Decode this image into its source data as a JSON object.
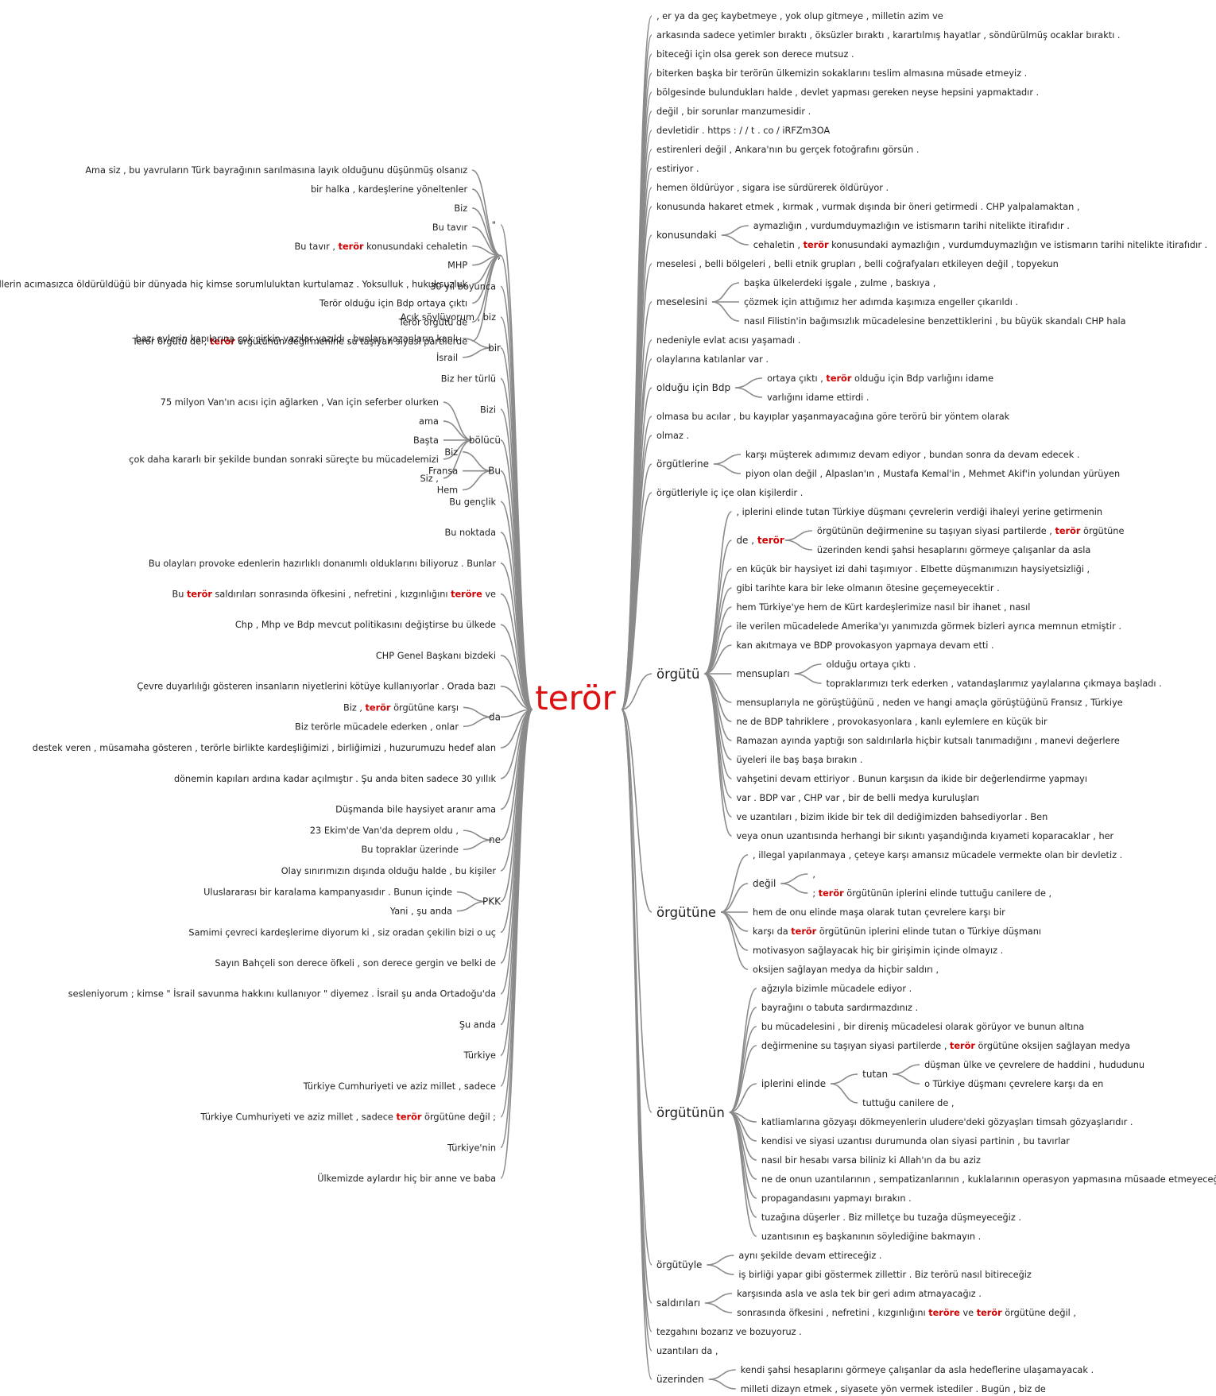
{
  "root": "terör",
  "colors": {
    "root": "#dd1111",
    "highlight": "#d00000",
    "text": "#222222",
    "branch": "#8a8a8a"
  },
  "left": [
    "\"",
    {
      "label": ",",
      "children": [
        "Ama siz , bu yavruların Türk bayrağının sarılmasına layık olduğunu düşünmüş olsanız",
        "bir halka , kardeşlerine yöneltenler",
        "Biz",
        "Bu tavır",
        "Bu tavır , [terör] konusundaki cehaletin",
        "MHP",
        "sivillerin acımasızca öldürüldüğü bir dünyada hiç kimse sorumluluktan kurtulamaz . Yoksulluk , hukuksuzluk",
        "Terör olduğu için Bdp ortaya çıktı",
        "Terör örgütü de",
        "Terör örgütü de , [terör] örgütünün değirmenine su taşıyan siyasi partilerde"
      ]
    },
    "30 yıl boyunca",
    "Açık söylüyorum , biz",
    {
      "label": "bir",
      "children": [
        "bazı evlerin kapılarına çok çirkin yazılar yazıldı , bunları yazanların kanlı",
        "İsrail"
      ]
    },
    "Biz her türlü",
    "Bizi",
    {
      "label": "bölücü",
      "children": [
        "75 milyon Van'ın acısı için ağlarken , Van için seferber olurken",
        "ama",
        "Başta",
        "çok daha kararlı bir şekilde bundan sonraki süreçte bu mücadelemizi",
        "Siz ,"
      ]
    },
    {
      "label": "Bu",
      "children": [
        "Biz",
        "Fransa",
        "Hem"
      ]
    },
    "Bu gençlik",
    "Bu noktada",
    "Bu olayları provoke edenlerin hazırlıklı donanımlı olduklarını biliyoruz . Bunlar",
    "Bu [terör] saldırıları sonrasında öfkesini , nefretini , kızgınlığını [teröre] ve",
    "Chp , Mhp ve Bdp mevcut politikasını değiştirse bu ülkede",
    "CHP Genel Başkanı bizdeki",
    "Çevre duyarlılığı gösteren insanların niyetlerini kötüye kullanıyorlar . Orada bazı",
    {
      "label": "da",
      "children": [
        "Biz , [terör] örgütüne karşı",
        "Biz terörle mücadele ederken , onlar"
      ]
    },
    "destek veren , müsamaha gösteren , terörle birlikte kardeşliğimizi , birliğimizi , huzurumuzu hedef alan",
    "dönemin kapıları ardına kadar açılmıştır . Şu anda biten sadece 30 yıllık",
    "Düşmanda bile haysiyet aranır ama",
    {
      "label": "ne",
      "children": [
        "23 Ekim'de Van'da deprem oldu ,",
        "Bu topraklar üzerinde"
      ]
    },
    "Olay sınırımızın dışında olduğu halde , bu kişiler",
    {
      "label": "PKK",
      "children": [
        "Uluslararası bir karalama kampanyasıdır . Bunun içinde",
        "Yani , şu anda"
      ]
    },
    "Samimi çevreci kardeşlerime diyorum ki , siz oradan çekilin bizi o uç",
    "Sayın Bahçeli son derece öfkeli , son derece gergin ve belki de",
    "sesleniyorum ; kimse \" İsrail savunma hakkını kullanıyor \" diyemez . İsrail şu anda Ortadoğu'da",
    "Şu anda",
    "Türkiye",
    "Türkiye Cumhuriyeti ve aziz millet , sadece",
    "Türkiye Cumhuriyeti ve aziz millet , sadece [terör] örgütüne değil ;",
    "Türkiye'nin",
    "Ülkemizde aylardır hiç bir anne ve baba"
  ],
  "right": [
    ", er ya da geç kaybetmeye , yok olup gitmeye , milletin azim ve",
    "arkasında sadece yetimler bıraktı , öksüzler bıraktı , karartılmış hayatlar , söndürülmüş ocaklar bıraktı .",
    "biteceği için olsa gerek son derece mutsuz .",
    "biterken başka bir terörün ülkemizin sokaklarını teslim almasına müsade etmeyiz .",
    "bölgesinde bulundukları halde , devlet yapması gereken neyse hepsini yapmaktadır .",
    "değil , bir sorunlar manzumesidir .",
    "devletidir . https : / / t . co / iRFZm3OA",
    "estirenleri değil , Ankara'nın bu gerçek fotoğrafını görsün .",
    "estiriyor .",
    "hemen öldürüyor , sigara ise sürdürerek öldürüyor .",
    "konusunda hakaret etmek , kırmak , vurmak dışında bir öneri getirmedi . CHP yalpalamaktan ,",
    {
      "label": "konusundaki",
      "children": [
        "aymazlığın , vurdumduymazlığın ve istismarın tarihi nitelikte itirafıdır .",
        "cehaletin , [terör] konusundaki aymazlığın , vurdumduymazlığın ve istismarın tarihi nitelikte itirafıdır ."
      ]
    },
    "meselesi , belli bölgeleri , belli etnik grupları , belli coğrafyaları etkileyen değil , topyekun",
    {
      "label": "meselesini",
      "children": [
        "başka ülkelerdeki işgale , zulme , baskıya ,",
        "çözmek için attığımız her adımda kaşımıza engeller çıkarıldı .",
        "nasıl Filistin'in bağımsızlık mücadelesine benzettiklerini , bu büyük skandalı CHP hala"
      ]
    },
    "nedeniyle evlat acısı yaşamadı .",
    "olaylarına katılanlar var .",
    {
      "label": "olduğu için Bdp",
      "children": [
        "ortaya çıktı , [terör] olduğu için Bdp varlığını idame",
        "varlığını idame ettirdi ."
      ]
    },
    "olmasa bu acılar , bu kayıplar yaşanmayacağına göre terörü bir yöntem olarak",
    "olmaz .",
    {
      "label": "örgütlerine",
      "children": [
        "karşı müşterek adımımız devam ediyor , bundan sonra da devam edecek .",
        "piyon olan değil , Alpaslan'ın , Mustafa Kemal'in , Mehmet Akif'in yolundan yürüyen"
      ]
    },
    "örgütleriyle iç içe olan kişilerdir .",
    {
      "label": "örgütü",
      "big": true,
      "children": [
        ", iplerini elinde tutan Türkiye düşmanı çevrelerin verdiği ihaleyi yerine getirmenin",
        {
          "label": "de , [terör]",
          "children": [
            "örgütünün değirmenine su taşıyan siyasi partilerde , [terör] örgütüne",
            "üzerinden kendi şahsi hesaplarını görmeye çalışanlar da asla"
          ]
        },
        "en küçük bir haysiyet izi dahi taşımıyor . Elbette düşmanımızın haysiyetsizliği ,",
        "gibi tarihte kara bir leke olmanın ötesine geçemeyecektir .",
        "hem Türkiye'ye hem de Kürt kardeşlerimize nasıl bir ihanet , nasıl",
        "ile verilen mücadelede Amerika'yı yanımızda görmek bizleri ayrıca memnun etmiştir .",
        "kan akıtmaya ve BDP provokasyon yapmaya devam etti .",
        {
          "label": "mensupları",
          "children": [
            "olduğu ortaya çıktı .",
            "topraklarımızı terk ederken , vatandaşlarımız yaylalarına çıkmaya başladı ."
          ]
        },
        "mensuplarıyla ne görüştüğünü , neden ve hangi amaçla görüştüğünü Fransız , Türkiye",
        "ne de BDP tahriklere , provokasyonlara , kanlı eylemlere en küçük bir",
        "Ramazan ayında yaptığı son saldırılarla hiçbir kutsalı tanımadığını , manevi değerlere",
        "üyeleri ile baş başa bırakın .",
        "vahşetini devam ettiriyor . Bunun karşısın da ikide bir değerlendirme yapmayı",
        "var . BDP var , CHP var , bir de belli medya kuruluşları",
        "ve uzantıları , bizim ikide bir tek dil dediğimizden bahsediyorlar . Ben",
        "veya onun uzantısında herhangi bir sıkıntı yaşandığında kıyameti koparacaklar , her"
      ]
    },
    {
      "label": "örgütüne",
      "big": true,
      "children": [
        ", illegal yapılanmaya , çeteye karşı amansız mücadele vermekte olan bir devletiz .",
        {
          "label": "değil",
          "children": [
            ",",
            "; [terör] örgütünün iplerini elinde tuttuğu canilere de ,"
          ]
        },
        "hem de onu elinde maşa olarak tutan çevrelere karşı bir",
        "karşı da [terör] örgütünün iplerini elinde tutan o Türkiye düşmanı",
        "motivasyon sağlayacak hiç bir girişimin içinde olmayız .",
        "oksijen sağlayan medya da hiçbir saldırı ,"
      ]
    },
    {
      "label": "örgütünün",
      "big": true,
      "children": [
        "ağzıyla bizimle mücadele ediyor .",
        "bayrağını o tabuta sardırmazdınız .",
        "bu mücadelesini , bir direniş mücadelesi olarak görüyor ve bunun altına",
        "değirmenine su taşıyan siyasi partilerde , [terör] örgütüne oksijen sağlayan medya",
        {
          "label": "iplerini elinde",
          "children": [
            {
              "label": "tutan",
              "children": [
                "düşman ülke ve çevrelere de haddini , hududunu",
                "o Türkiye düşmanı çevrelere karşı da en"
              ]
            },
            "tuttuğu canilere de ,"
          ]
        },
        "katliamlarına gözyaşı dökmeyenlerin uludere'deki gözyaşları timsah gözyaşlarıdır .",
        "kendisi ve siyasi uzantısı durumunda olan siyasi partinin , bu tavırlar",
        "nasıl bir hesabı varsa biliniz ki Allah'ın da bu aziz",
        "ne de onun uzantılarının , sempatizanlarının , kuklalarının operasyon yapmasına müsaade etmeyeceğiz .",
        "propagandasını yapmayı bırakın .",
        "tuzağına düşerler . Biz milletçe bu tuzağa düşmeyeceğiz .",
        "uzantısının eş başkanının söylediğine bakmayın ."
      ]
    },
    {
      "label": "örgütüyle",
      "children": [
        "aynı şekilde devam ettireceğiz .",
        "iş birliği yapar gibi göstermek zillettir . Biz terörü nasıl bitireceğiz"
      ]
    },
    {
      "label": "saldırıları",
      "children": [
        "karşısında asla ve asla tek bir geri adım atmayacağız .",
        "sonrasında öfkesini , nefretini , kızgınlığını [teröre] ve [terör] örgütüne değil ,"
      ]
    },
    "tezgahını bozarız ve bozuyoruz .",
    "uzantıları da ,",
    {
      "label": "üzerinden",
      "children": [
        "kendi şahsi hesaplarını görmeye çalışanlar da asla hedeflerine ulaşamayacak .",
        "milleti dizayn etmek , siyasete yön vermek istediler . Bugün , biz de"
      ]
    }
  ]
}
